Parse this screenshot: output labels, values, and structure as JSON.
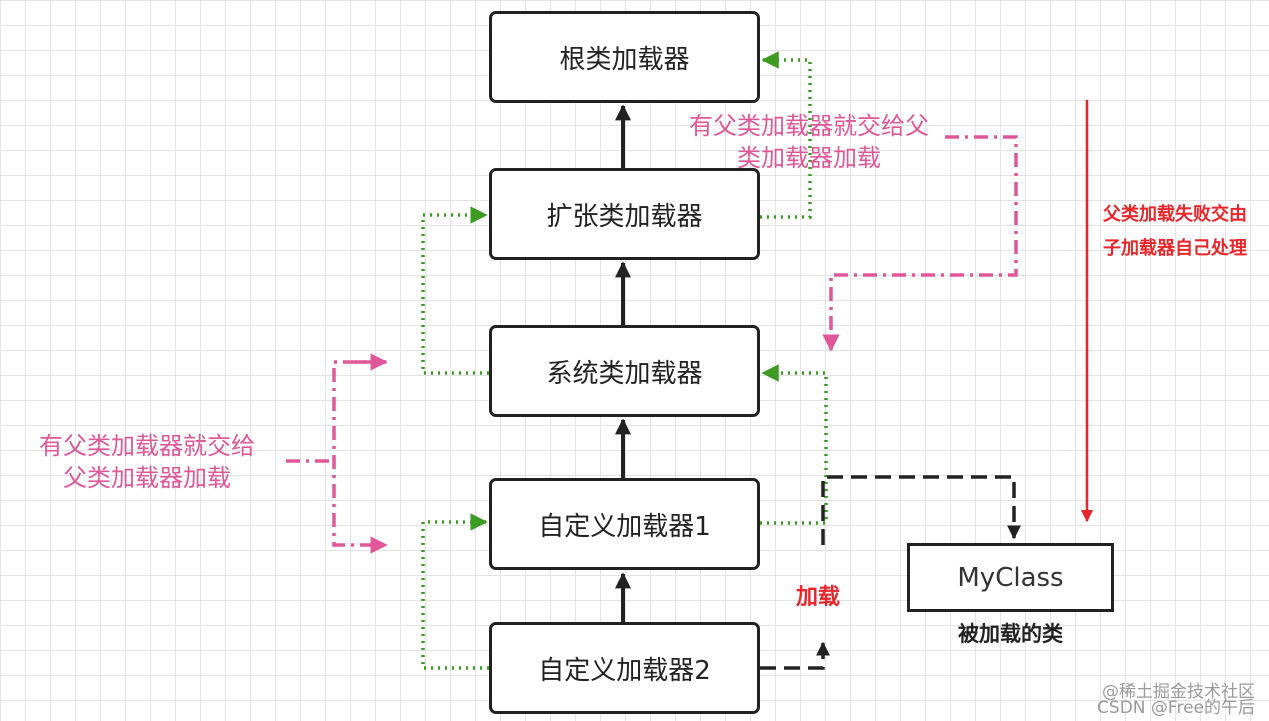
{
  "colors": {
    "box_border": "#222222",
    "green_dotted": "#3d9a22",
    "pink_dashdot": "#e0589a",
    "red": "#e8262b",
    "black_dashed": "#222222"
  },
  "boxes": {
    "root": "根类加载器",
    "extension": "扩张类加载器",
    "system": "系统类加载器",
    "custom1": "自定义加载器1",
    "custom2": "自定义加载器2",
    "myclass": "MyClass"
  },
  "annotations": {
    "delegate_upper": "有父类加载器就交给父\n类加载器加载",
    "delegate_left": "有父类加载器就交给\n父类加载器加载",
    "fallback": "父类加载失败交由\n子加载器自己处理",
    "load": "加载",
    "loaded_class": "被加载的类"
  },
  "watermark": "@稀土掘金技术社区\nCSDN @Free的午后"
}
